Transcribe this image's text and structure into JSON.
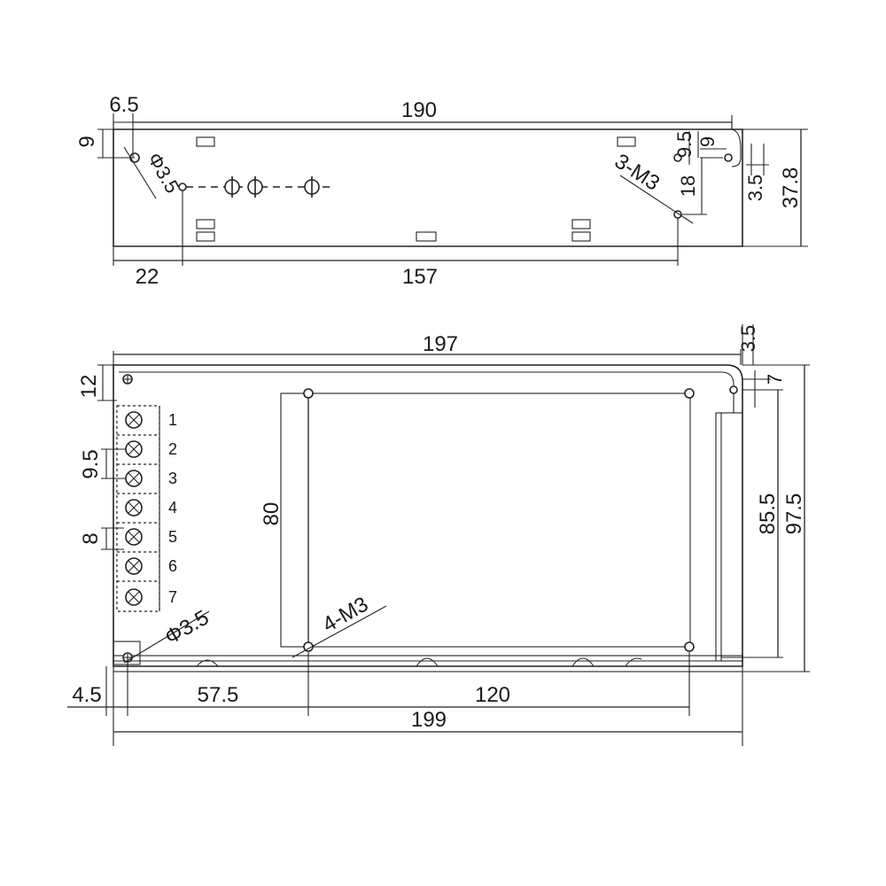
{
  "side_view": {
    "dimensions": {
      "d6_5": "6.5",
      "d190": "190",
      "d9_left": "9",
      "d3_5_hole": "Φ3.5",
      "d9_5": "9.5",
      "d9_right": "9",
      "d3_m3": "3-M3",
      "d18": "18",
      "d3_5_right": "3.5",
      "d37_8": "37.8",
      "d22": "22",
      "d157": "157"
    }
  },
  "top_view": {
    "dimensions": {
      "d197": "197",
      "d3_5_top": "3.5",
      "d12": "12",
      "d7": "7",
      "d9_5": "9.5",
      "d8": "8",
      "d80": "80",
      "d85_5": "85.5",
      "d97_5": "97.5",
      "d3_5_hole": "Φ3.5",
      "d4_m3": "4-M3",
      "d4_5": "4.5",
      "d57_5": "57.5",
      "d120": "120",
      "d199": "199"
    },
    "terminal_labels": [
      "1",
      "2",
      "3",
      "4",
      "5",
      "6",
      "7"
    ]
  }
}
